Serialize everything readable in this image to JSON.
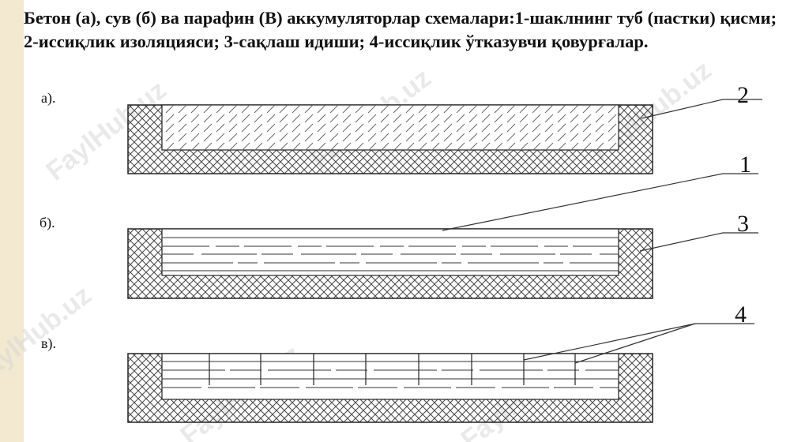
{
  "caption": "Бетон (а), сув (б) ва парафин (В) аккумуляторлар схемалари:1-шаклнинг туб (пастки) қисми; 2-иссиқлик изоляцияси; 3-сақлаш идиши;  4-иссиқлик ўтказувчи қовурғалар.",
  "panels": [
    {
      "label": "а)."
    },
    {
      "label": "б)."
    },
    {
      "label": "в)."
    }
  ],
  "callouts": [
    "1",
    "2",
    "3",
    "4"
  ],
  "watermark": "FaylHub.uz",
  "colors": {
    "band": "#f3e9d0",
    "ink": "#222222",
    "hatch": "#444444",
    "watermark": "#d8d8d8"
  }
}
